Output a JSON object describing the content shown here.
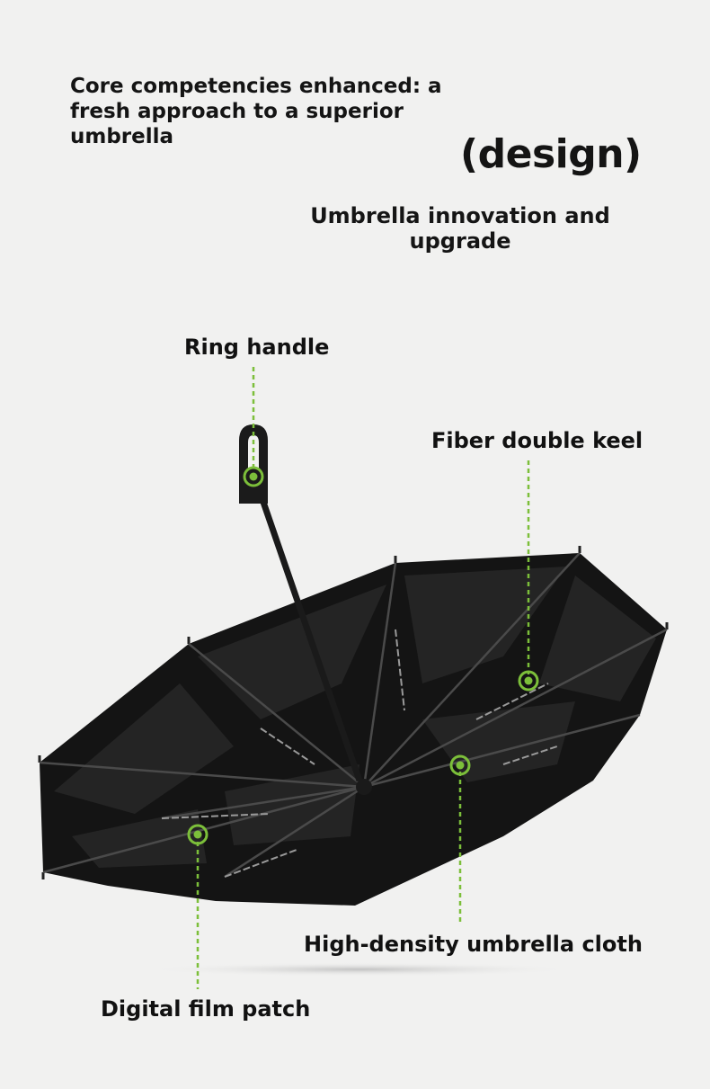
{
  "intro": {
    "line1": "Core competencies enhanced: a",
    "line2": "fresh approach to a superior",
    "line3": "umbrella"
  },
  "design_label": "(design)",
  "subheading": {
    "line1": "Umbrella innovation and",
    "line2": "upgrade"
  },
  "callouts": {
    "ring_handle": "Ring handle",
    "fiber_keel": "Fiber double keel",
    "cloth": "High-density umbrella cloth",
    "film_patch": "Digital film patch"
  },
  "colors": {
    "background": "#f1f1f0",
    "marker": "#7cbf3a",
    "umbrella": "#141414"
  }
}
